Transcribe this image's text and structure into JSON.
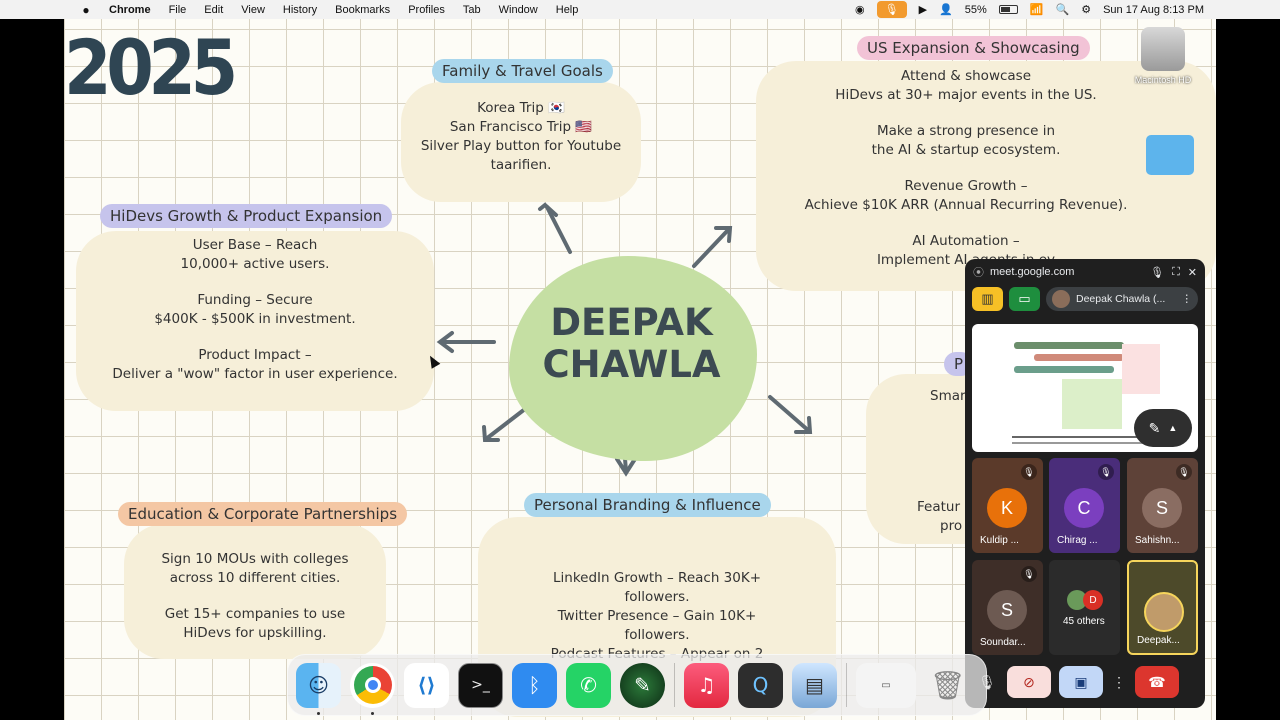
{
  "menubar": {
    "apple": "",
    "app": "Chrome",
    "menus": [
      "File",
      "Edit",
      "View",
      "History",
      "Bookmarks",
      "Profiles",
      "Tab",
      "Window",
      "Help"
    ],
    "battery": "55%",
    "datetime": "Sun 17 Aug  8:13 PM"
  },
  "desktop": {
    "hd_label": "Macintosh HD"
  },
  "mindmap": {
    "year": "2025",
    "center": "DEEPAK CHAWLA",
    "family": {
      "title": "Family & Travel Goals",
      "lines": [
        "Korea Trip 🇰🇷",
        "San Francisco Trip 🇺🇸",
        "Silver Play button for Youtube",
        "taarifien."
      ]
    },
    "us": {
      "title": "US Expansion & Showcasing",
      "p1": "Attend & showcase\nHiDevs at 30+ major events in the US.",
      "p2": "Make a strong presence in\nthe AI & startup ecosystem.",
      "p3": "Revenue Growth –\nAchieve $10K ARR (Annual Recurring Revenue).",
      "p4": "AI Automation –\nImplement AI agents in ev"
    },
    "growth": {
      "title": "HiDevs Growth & Product Expansion",
      "p1": "User Base – Reach\n10,000+ active users.",
      "p2": "Funding – Secure\n$400K - $500K in investment.",
      "p3": "Product Impact –\nDeliver a \"wow\" factor in user experience."
    },
    "partial_right": {
      "tag": "P",
      "l1": "Smar",
      "l2": "Featur",
      "l3": "pro"
    },
    "education": {
      "title": "Education & Corporate Partnerships",
      "p1": "Sign 10 MOUs with colleges\nacross 10 different cities.",
      "p2": "Get 15+ companies to use\nHiDevs for upskilling."
    },
    "branding": {
      "title": "Personal Branding & Influence",
      "p1": "LinkedIn Growth – Reach 30K+\nfollowers.",
      "p2": "Twitter Presence – Gain 10K+\nfollowers.",
      "p3": "Podcast Features – Appear on 2"
    }
  },
  "meet": {
    "url": "meet.google.com",
    "presenter": "Deepak Chawla (...",
    "participants": [
      {
        "initial": "K",
        "name": "Kuldip ...",
        "color": "#e8710a",
        "bg": "#5b3a2a"
      },
      {
        "initial": "C",
        "name": "Chirag ...",
        "color": "#7b3fbf",
        "bg": "#4a2d7a"
      },
      {
        "initial": "S",
        "name": "Sahishn...",
        "color": "#8a6d62",
        "bg": "#5e4238"
      },
      {
        "initial": "S",
        "name": "Soundar...",
        "color": "#6d5a52",
        "bg": "#3e2e28"
      }
    ],
    "others": "45 others",
    "others_avatar": "D",
    "self_name": "Deepak..."
  },
  "colors": {
    "tag_blue": "#a9d6ec",
    "tag_purple": "#c6c4ec",
    "tag_pink": "#f2c3d6",
    "tag_orange": "#f4c7a4",
    "center_green": "#c5dfa3"
  }
}
